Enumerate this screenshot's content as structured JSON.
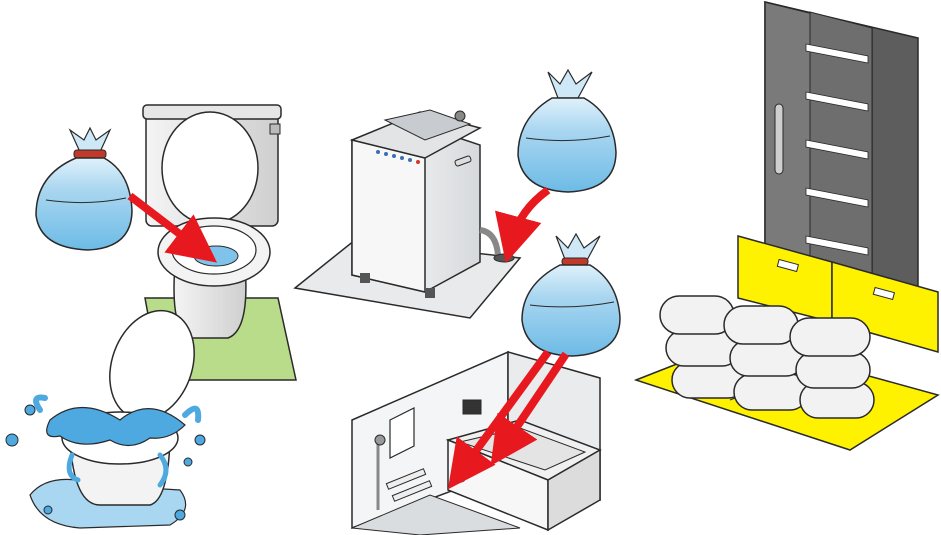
{
  "colors": {
    "outline": "#2a2a2a",
    "water_bag": "#a9d6f0",
    "water_bag_dark": "#5fb3e3",
    "bag_tie": "#c0392b",
    "arrow": "#e8191e",
    "toilet_mat": "#b9dc8a",
    "washer_mat": "#e8eaec",
    "door": "#7a7a7a",
    "door_frame": "#5d5d5d",
    "panel": "#fff200",
    "sandbag": "#f2f2f2",
    "splash": "#4da9e0",
    "tile": "#d9dde0"
  },
  "illustrations": [
    {
      "name": "toilet-with-water-bag",
      "icons": [
        "toilet-icon",
        "water-bag-icon",
        "arrow-icon"
      ]
    },
    {
      "name": "overflowing-toilet",
      "icons": [
        "toilet-bowl-icon",
        "water-splash-icon"
      ]
    },
    {
      "name": "washing-machine-drain",
      "icons": [
        "washing-machine-icon",
        "water-bag-icon",
        "arrow-icon"
      ]
    },
    {
      "name": "bathtub-drain",
      "icons": [
        "bathtub-icon",
        "water-bag-icon",
        "arrow-icon"
      ]
    },
    {
      "name": "door-sandbags",
      "icons": [
        "door-icon",
        "sandbag-icon",
        "flood-panel-icon"
      ]
    }
  ]
}
